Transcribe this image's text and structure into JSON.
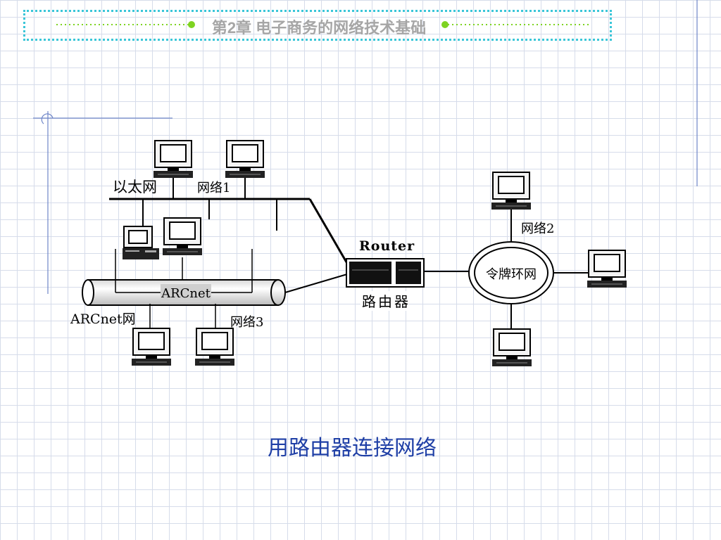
{
  "header": {
    "title": "第2章  电子商务的网络技术基础"
  },
  "diagram": {
    "ethernet_label": "以太网",
    "network1_label": "网络1",
    "network2_label": "网络2",
    "network3_label": "网络3",
    "arcnet_label": "ARCnet",
    "arcnet_net_label": "ARCnet网",
    "router_label": "Router",
    "router_cn_label": "路由器",
    "token_ring_label": "令牌环网"
  },
  "caption": "用路由器连接网络",
  "colors": {
    "grid": "#d6dcea",
    "header_border": "#3ac6d8",
    "accent_dot": "#7ed321",
    "caption": "#1f3fa6"
  }
}
